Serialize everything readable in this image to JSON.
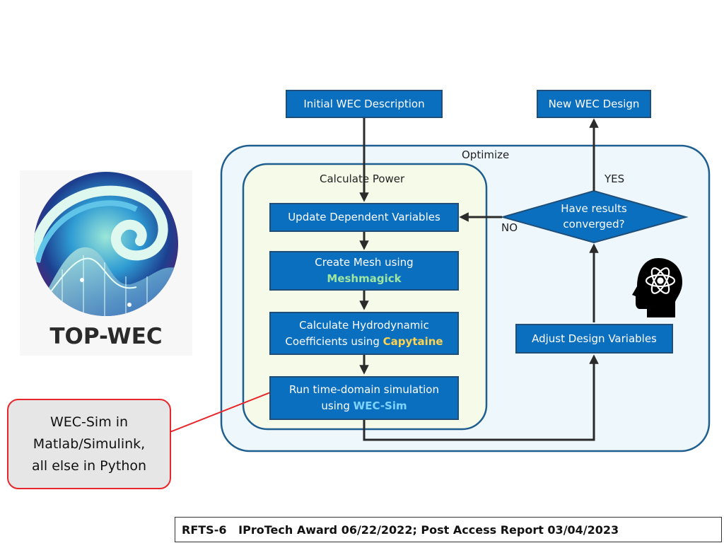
{
  "logo": {
    "text": "TOP-WEC"
  },
  "flow": {
    "initial": "Initial WEC Description",
    "new_design": "New WEC Design",
    "optimize_label": "Optimize",
    "calc_power_label": "Calculate Power",
    "update": "Update Dependent Variables",
    "mesh_line1": "Create Mesh using",
    "mesh_tool": "Meshmagick",
    "hydro_line1": "Calculate Hydrodynamic",
    "hydro_line2": "Coefficients using",
    "hydro_tool": "Capytaine",
    "run_line1": "Run time-domain simulation",
    "run_line2": "using",
    "run_tool": "WEC-Sim",
    "decision_line1": "Have results",
    "decision_line2": "converged?",
    "yes": "YES",
    "no": "NO",
    "adjust": "Adjust Design Variables"
  },
  "colors": {
    "box_fill": "#0b6fbf",
    "meshmagick": "#9ee6a0",
    "capytaine": "#ffd34d",
    "wecsim": "#7fd3ff",
    "optimize_bg": "#eef7fc",
    "power_bg": "#f6fae8",
    "callout_border": "#e8262a"
  },
  "callout": {
    "line1": "WEC-Sim in",
    "line2": "Matlab/Simulink,",
    "line3": "all else in Python"
  },
  "footer": {
    "text": "RFTS-6   IProTech Award 06/22/2022; Post Access Report 03/04/2023"
  },
  "icons": [
    "head-atom-icon"
  ]
}
